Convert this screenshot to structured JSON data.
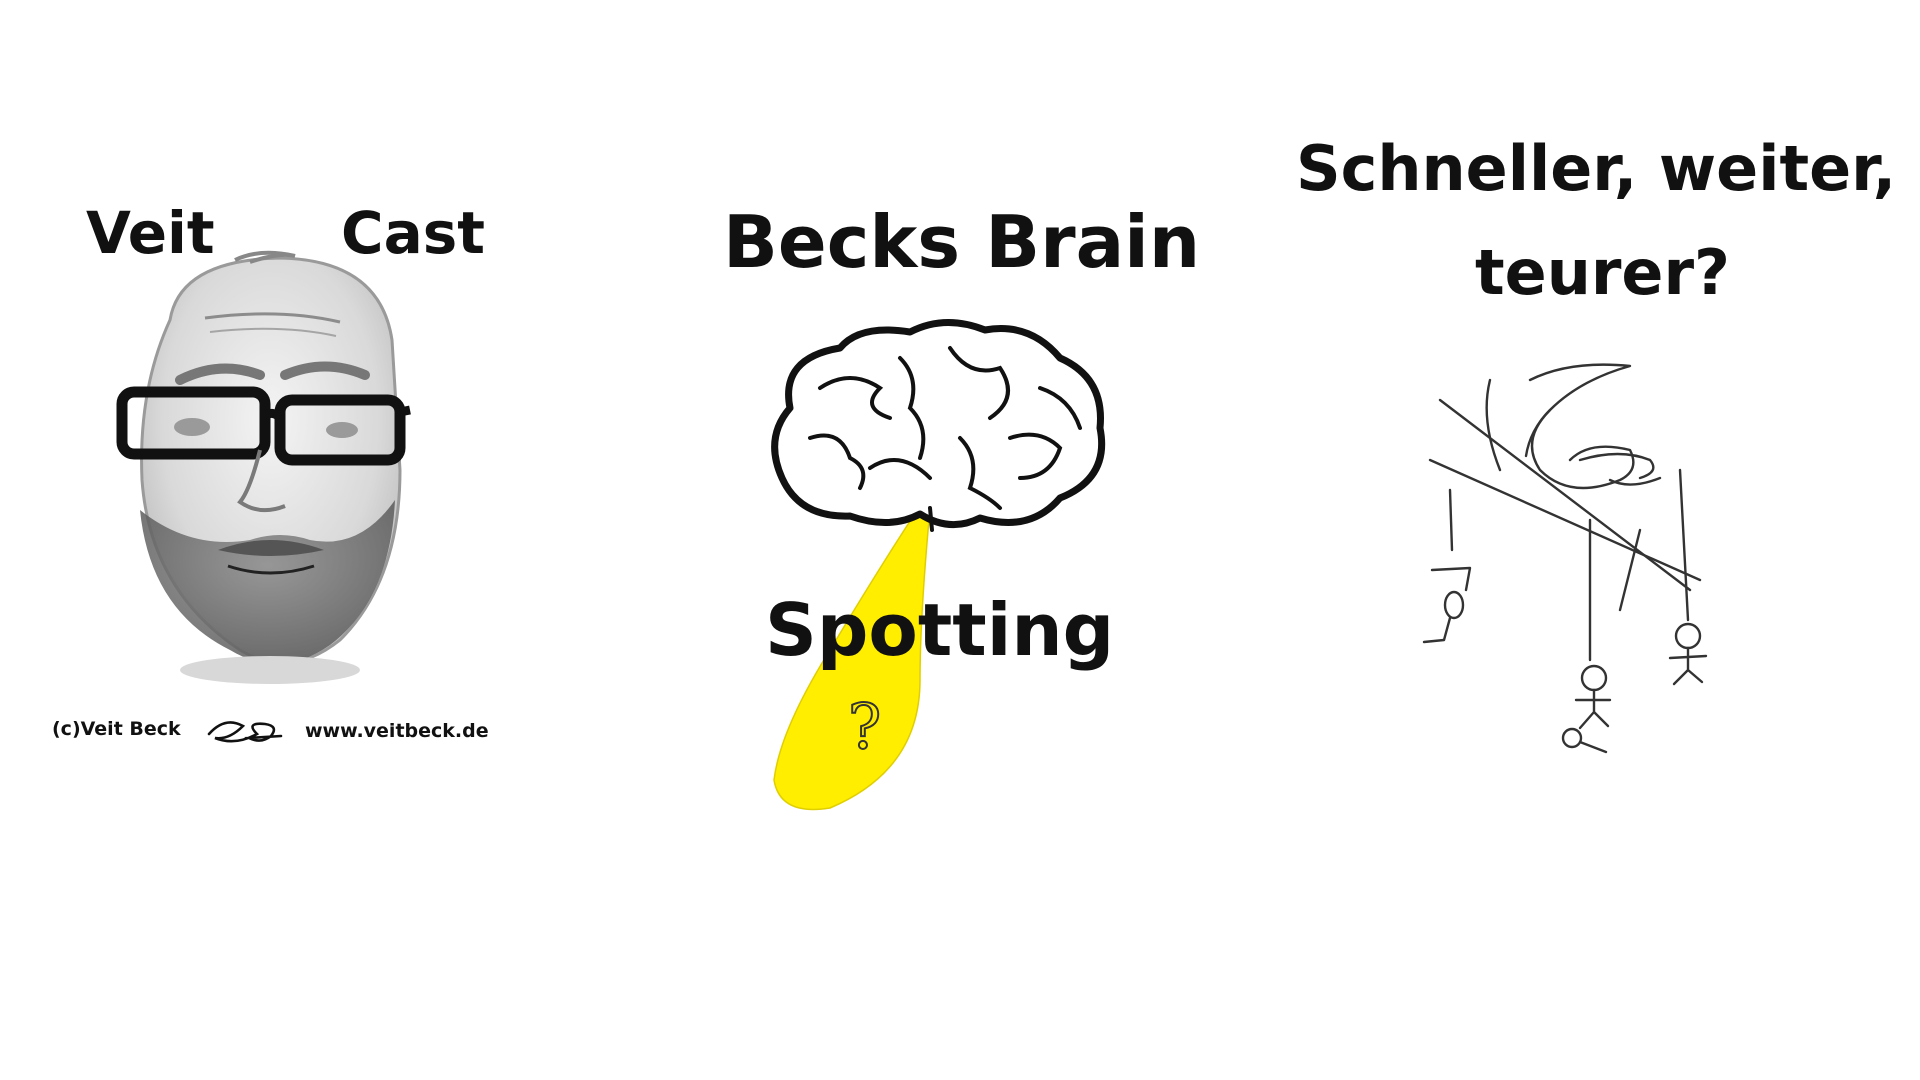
{
  "panel_left": {
    "title_left": "Veit",
    "title_right": "Cast",
    "copyright": "(c)Veit Beck",
    "website": "www.veitbeck.de",
    "portrait_icon": "bearded-man-with-glasses-sketch",
    "signature_icon": "signature-scribble"
  },
  "panel_center": {
    "title": "Becks Brain",
    "subtitle": "Spotting",
    "brain_icon": "brain-outline-icon",
    "spotlight_color": "#ffee00",
    "question_mark": "?"
  },
  "panel_right": {
    "title_line1": "Schneller, weiter,",
    "title_line2": "teurer?",
    "puppeteer_icon": "hand-marionette-sketch"
  }
}
